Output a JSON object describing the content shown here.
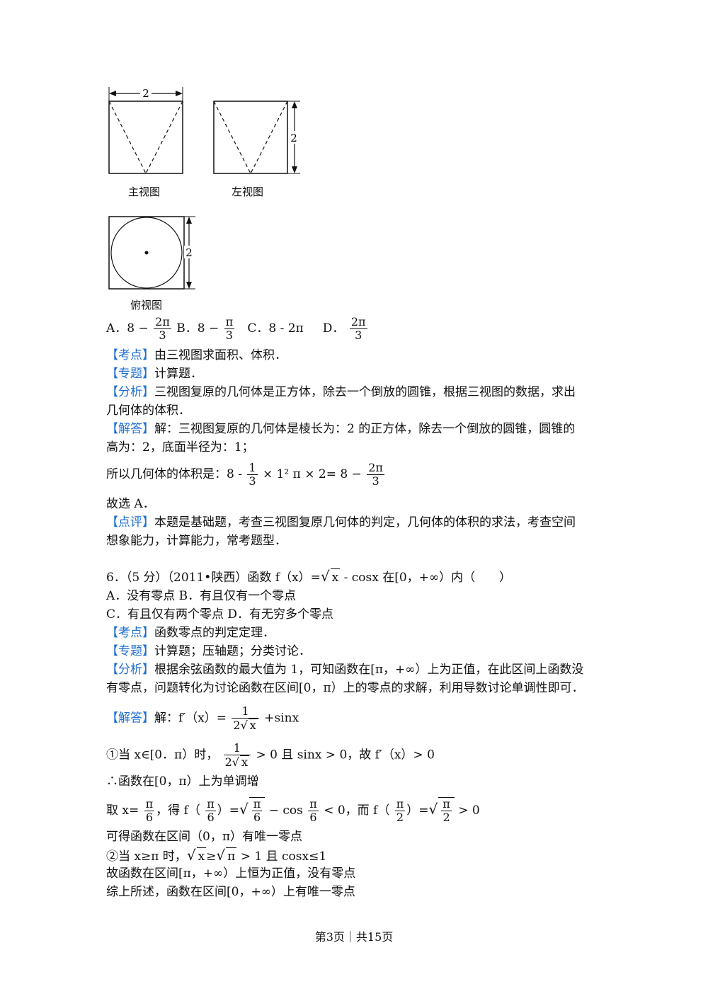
{
  "figures": {
    "front_label": "主视图",
    "side_label": "左视图",
    "top_label": "俯视图",
    "dim": "2"
  },
  "q5": {
    "options": {
      "a_prefix": "A．8 −",
      "a_num": "2π",
      "a_den": "3",
      "b_prefix": "B．8 −",
      "b_num": "π",
      "b_den": "3",
      "c": "C．8 - 2π",
      "d_prefix": "D．",
      "d_num": "2π",
      "d_den": "3"
    },
    "kaodian_tag": "【考点】",
    "kaodian": "由三视图求面积、体积．",
    "zhuanti_tag": "【专题】",
    "zhuanti": "计算题．",
    "fenxi_tag": "【分析】",
    "fenxi_1": "三视图复原的几何体是正方体，除去一个倒放的圆锥，根据三视图的数据，求出",
    "fenxi_2": "几何体的体积．",
    "jieda_tag": "【解答】",
    "jieda_1": "解：三视图复原的几何体是棱长为：2 的正方体，除去一个倒放的圆锥，圆锥的",
    "jieda_2": "高为：2，底面半径为：1；",
    "vol_prefix": "所以几何体的体积是：8 -",
    "vol_f1_num": "1",
    "vol_f1_den": "3",
    "vol_mid": "× 1² π × 2= 8 −",
    "vol_f2_num": "2π",
    "vol_f2_den": "3",
    "choose": "故选 A．",
    "dianping_tag": "【点评】",
    "dianping_1": "本题是基础题，考查三视图复原几何体的判定，几何体的体积的求法，考查空间",
    "dianping_2": "想象能力，计算能力，常考题型．"
  },
  "q6": {
    "stem_prefix": "6．（5 分）（2011•陕西）函数 f（x）=",
    "stem_rad": "x",
    "stem_suffix": "- cosx 在[0，+∞）内（　　）",
    "opt_ab": "A．没有零点 B．有且仅有一个零点",
    "opt_cd": "C．有且仅有两个零点 D．有无穷多个零点",
    "kaodian_tag": "【考点】",
    "kaodian": "函数零点的判定定理．",
    "zhuanti_tag": "【专题】",
    "zhuanti": "计算题；压轴题；分类讨论．",
    "fenxi_tag": "【分析】",
    "fenxi_1": "根据余弦函数的最大值为 1，可知函数在[π，+∞）上为正值，在此区间上函数没",
    "fenxi_2": "有零点，问题转化为讨论函数在区间[0，π）上的零点的求解，利用导数讨论单调性即可．",
    "jieda_tag": "【解答】",
    "jieda_prefix": "解：f′（x）=",
    "jieda_num": "1",
    "jieda_den_a": "2",
    "jieda_den_rad": "x",
    "jieda_suffix": "+sinx",
    "c1_prefix": "①当 x∈[0．π）时，",
    "c1_num": "1",
    "c1_den_a": "2",
    "c1_den_rad": "x",
    "c1_suffix": "> 0 且 sinx > 0，故 f′（x）> 0",
    "mono": "∴函数在[0，π）上为单调增",
    "take_prefix": "取 x=",
    "take_num": "π",
    "take_den": "6",
    "take_mid1": "，得 f（",
    "take_num2": "π",
    "take_den2": "6",
    "take_mid2": "）=",
    "take_rad_num": "π",
    "take_rad_den": "6",
    "take_mid3": "− cos",
    "take_num3": "π",
    "take_den3": "6",
    "take_mid4": "< 0，而 f（",
    "take_num4": "π",
    "take_den4": "2",
    "take_mid5": "）=",
    "take_rad_num2": "π",
    "take_rad_den2": "2",
    "take_suffix": "> 0",
    "unique": "可得函数在区间（0，π）有唯一零点",
    "c2_prefix": "②当 x≥π 时，",
    "c2_rad1": "x",
    "c2_mid": "≥",
    "c2_rad2": "π",
    "c2_suffix": "> 1 且 cosx≤1",
    "pos": "故函数在区间[π，+∞）上恒为正值，没有零点",
    "summary": "综上所述，函数在区间[0，+∞）上有唯一零点"
  },
  "footer": "第3页｜共15页"
}
